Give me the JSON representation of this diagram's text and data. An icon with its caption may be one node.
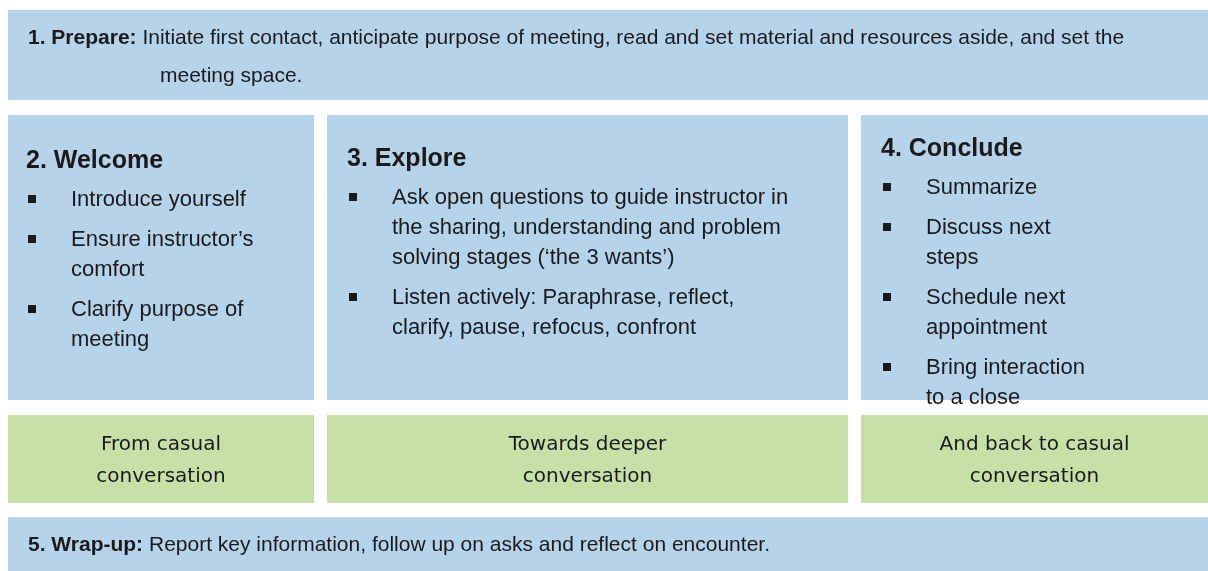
{
  "diagram": {
    "nodes": [
      {
        "text": [
          "**1. Prepare:** Initiate first contact, anticipate purpose of meeting, read and set material and resources aside, and set the meeting space."
        ]
      },
      {
        "text": [
          "2. Welcome",
          "Introduce yourself",
          "Ensure instructor’s comfort",
          "Clarify purpose of meeting"
        ]
      },
      {
        "text": [
          "3. Explore",
          "Ask open questions to guide instructor in the sharing, understanding and problem solving stages (‘the 3 wants’)",
          "Listen actively: Paraphrase, reflect, clarify, pause, refocus, confront"
        ]
      },
      {
        "text": [
          "4. Conclude",
          "Summarize",
          "Discuss next steps",
          "Schedule next appointment",
          "Bring interaction to a close"
        ]
      },
      {
        "text": [
          "From casual conversation"
        ]
      },
      {
        "text": [
          "Towards deeper conversation"
        ]
      },
      {
        "text": [
          "And back to casual conversation"
        ]
      },
      {
        "text": [
          "**5. Wrap-up:** Report key information, follow up on asks and reflect on encounter."
        ]
      }
    ],
    "edges": []
  }
}
